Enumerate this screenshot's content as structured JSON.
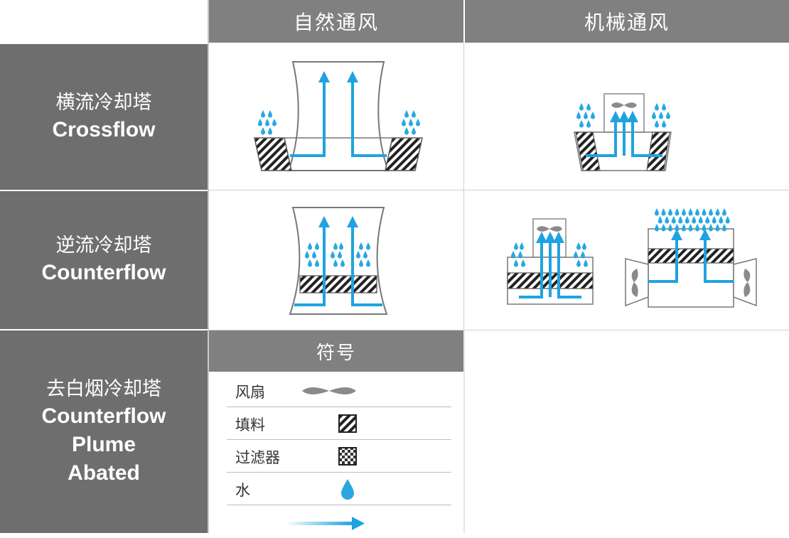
{
  "header": {
    "col1": "自然通风",
    "col2": "机械通风"
  },
  "rows": [
    {
      "zh": "横流冷却塔",
      "en": [
        "Crossflow"
      ]
    },
    {
      "zh": "逆流冷却塔",
      "en": [
        "Counterflow"
      ]
    },
    {
      "zh": "去白烟冷却塔",
      "en": [
        "Counterflow",
        "Plume",
        "Abated"
      ]
    }
  ],
  "legend": {
    "title": "符号",
    "items": [
      {
        "label": "风扇",
        "icon": "fan-icon"
      },
      {
        "label": "填料",
        "icon": "fill-media-icon"
      },
      {
        "label": "过滤器",
        "icon": "filter-icon"
      },
      {
        "label": "水",
        "icon": "water-drop-icon"
      },
      {
        "label": "",
        "icon": "airflow-arrow-icon"
      }
    ]
  },
  "colors": {
    "header_bg": "#808080",
    "side_bg": "#6e6e6e",
    "air_blue": "#1fa3e0",
    "water_blue": "#29a8e0",
    "tower_line": "#777777"
  }
}
